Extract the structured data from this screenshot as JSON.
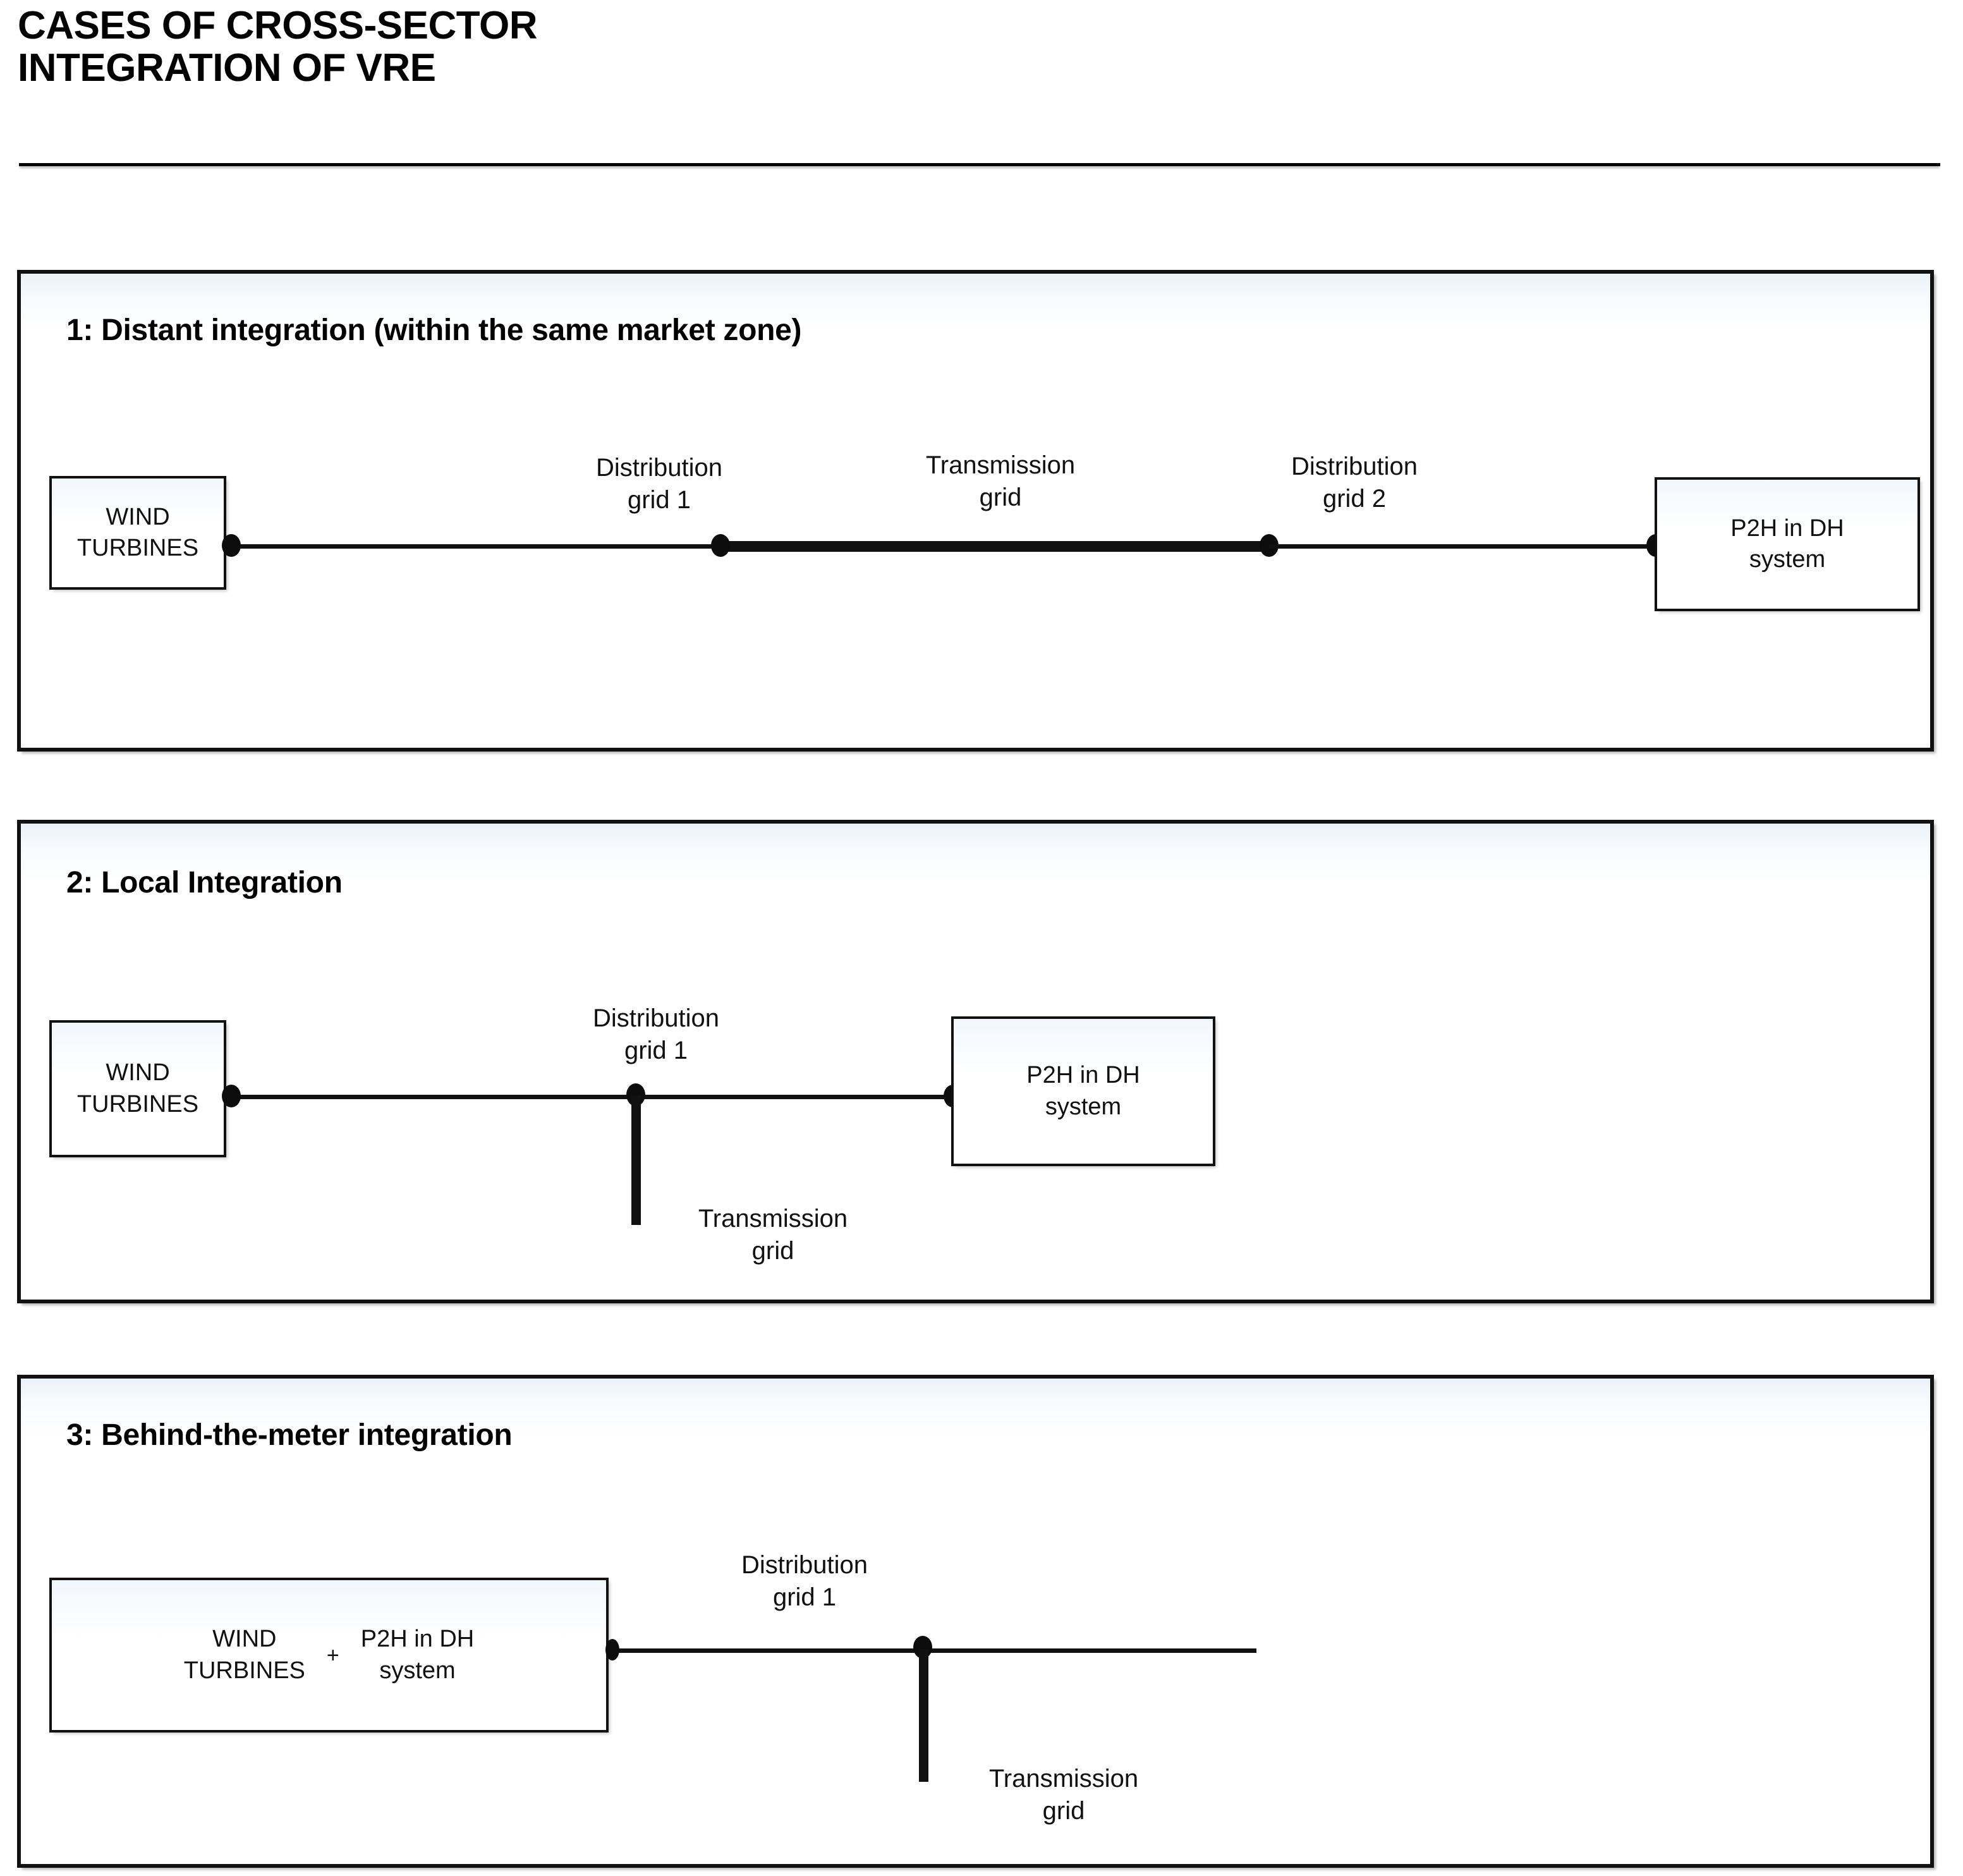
{
  "header": {
    "title": "CASES OF CROSS-SECTOR\nINTEGRATION OF VRE",
    "rule_color": "#000000"
  },
  "common": {
    "wind_turbines_line1": "WIND",
    "wind_turbines_line2": "TURBINES",
    "p2h_line1": "P2H in DH",
    "p2h_line2": "system",
    "plus": "+",
    "distribution_grid_1": "Distribution\ngrid 1",
    "distribution_grid_2": "Distribution\ngrid 2",
    "transmission_grid": "Transmission\ngrid"
  },
  "panels": [
    {
      "id": "panel-1",
      "heading": "1: Distant integration (within the same market zone)",
      "source_box": {
        "line1": "WIND",
        "line2": "TURBINES"
      },
      "target_box": {
        "line1": "P2H in DH",
        "line2": "system"
      },
      "edges": [
        {
          "label": "Distribution\ngrid 1",
          "kind": "distribution"
        },
        {
          "label": "Transmission\ngrid",
          "kind": "transmission"
        },
        {
          "label": "Distribution\ngrid 2",
          "kind": "distribution"
        }
      ]
    },
    {
      "id": "panel-2",
      "heading": "2: Local Integration",
      "source_box": {
        "line1": "WIND",
        "line2": "TURBINES"
      },
      "target_box": {
        "line1": "P2H in DH",
        "line2": "system"
      },
      "edges": [
        {
          "label": "Distribution\ngrid 1",
          "kind": "distribution"
        },
        {
          "label": "Transmission\ngrid",
          "kind": "transmission-stub"
        }
      ]
    },
    {
      "id": "panel-3",
      "heading": "3: Behind-the-meter integration",
      "combined_box": {
        "left_line1": "WIND",
        "left_line2": "TURBINES",
        "operator": "+",
        "right_line1": "P2H in DH",
        "right_line2": "system"
      },
      "edges": [
        {
          "label": "Distribution\ngrid 1",
          "kind": "distribution"
        },
        {
          "label": "Transmission\ngrid",
          "kind": "transmission-stub"
        }
      ]
    }
  ]
}
